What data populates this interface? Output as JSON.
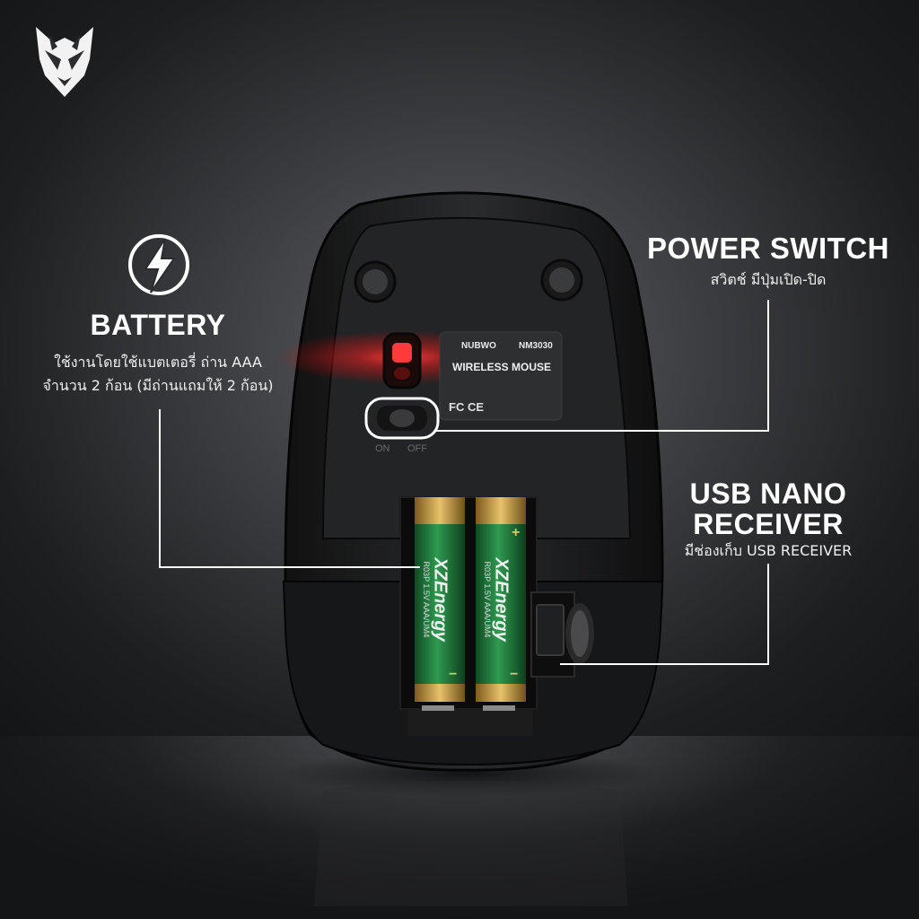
{
  "brand_logo": "nubwo-wolf-logo",
  "battery": {
    "icon": "lightning-bolt-icon",
    "title": "BATTERY",
    "line1": "ใช้งานโดยใช้แบตเตอรี่ ถ่าน AAA",
    "line2": "จำนวน 2 ก้อน (มีถ่านแถมให้ 2 ก้อน)"
  },
  "power_switch": {
    "title": "POWER SWITCH",
    "subtitle": "สวิตช์ มีปุ่มเปิด-ปิด"
  },
  "usb": {
    "title_line1": "USB NANO",
    "title_line2": "RECEIVER",
    "subtitle": "มีช่องเก็บ USB RECEIVER"
  },
  "mouse_label": {
    "brand": "NUBWO",
    "model": "NM3030",
    "name": "WIRELESS MOUSE",
    "marks": "FC CE"
  },
  "switch_labels": {
    "on": "ON",
    "off": "OFF"
  },
  "batteries": [
    {
      "brand": "XZEnergy",
      "code": "R03P 1.5V AAA/UM4"
    },
    {
      "brand": "XZEnergy",
      "code": "R03P 1.5V AAA/UM4"
    }
  ],
  "colors": {
    "accent_red": "#ff2a2a",
    "battery_green": "#1f7a3a",
    "battery_gold": "#c8a24a"
  }
}
